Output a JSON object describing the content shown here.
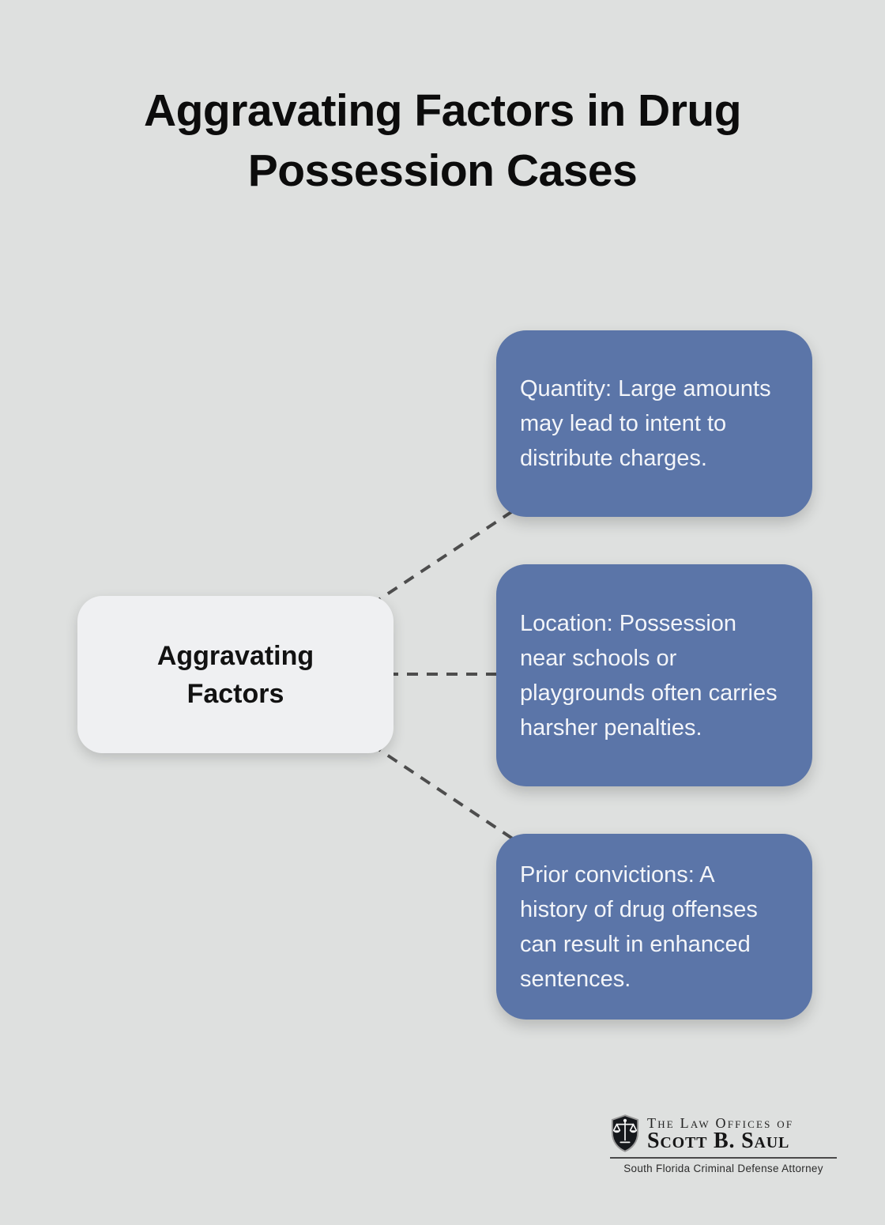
{
  "title": "Aggravating Factors in Drug Possession Cases",
  "center_node": {
    "label": "Aggravating Factors"
  },
  "factors": [
    {
      "id": "quantity",
      "text": "Quantity: Large amounts may lead to intent to distribute charges."
    },
    {
      "id": "location",
      "text": "Location: Possession near schools or playgrounds often carries harsher penalties."
    },
    {
      "id": "prior-convictions",
      "text": "Prior convictions: A history of drug offenses can result in enhanced sentences."
    }
  ],
  "logo": {
    "firm_prefix": "The Law Offices of",
    "firm_name": "Scott B. Saul",
    "tagline": "South Florida Criminal Defense Attorney",
    "icon": "scales-of-justice-shield-icon"
  },
  "colors": {
    "background": "#dee0df",
    "factor_box": "#5b75a8",
    "factor_text": "#f3f5f9",
    "center_box": "#eff0f2",
    "center_text": "#121212",
    "connector": "#4d4d4d",
    "title_text": "#0c0c0c",
    "shield_fill": "#16181c",
    "shield_border": "#9a9a9a"
  }
}
